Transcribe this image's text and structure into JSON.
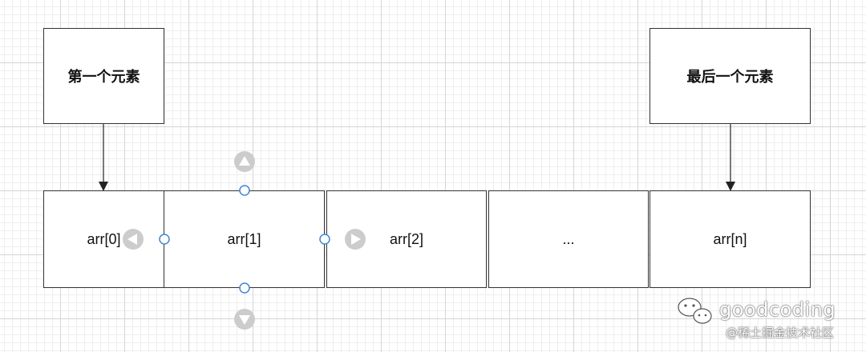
{
  "labels": {
    "first": "第一个元素",
    "last": "最后一个元素"
  },
  "cells": [
    "arr[0]",
    "arr[1]",
    "arr[2]",
    "...",
    "arr[n]"
  ],
  "watermark": {
    "brand": "goodcoding",
    "site": "@稀土掘金技术社区"
  },
  "colors": {
    "border": "#333333",
    "handle": "#3f86d6",
    "arrow_hint": "#cccccc",
    "grid": "#d6d6d6"
  }
}
